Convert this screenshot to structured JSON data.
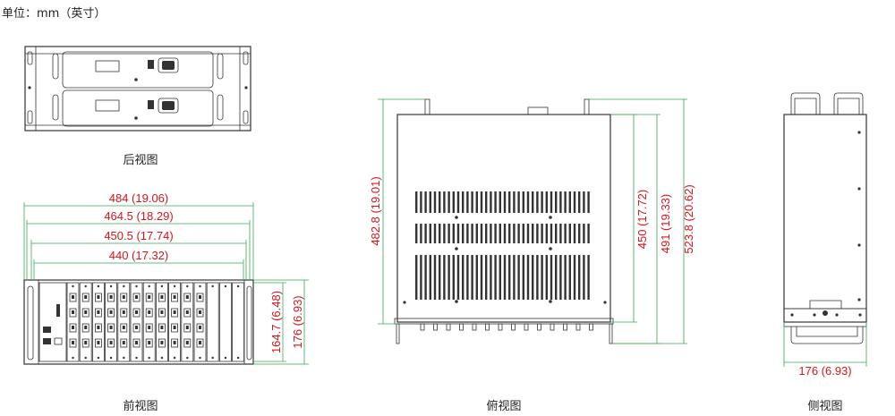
{
  "unit_label": "单位：mm（英寸）",
  "views": {
    "rear": {
      "caption": "后视图"
    },
    "front": {
      "caption": "前视图",
      "dims": {
        "w484": "484 (19.06)",
        "w464": "464.5 (18.29)",
        "w450": "450.5 (17.74)",
        "w440": "440 (17.32)",
        "h164": "164.7 (6.48)",
        "h176": "176 (6.93)"
      }
    },
    "top": {
      "caption": "俯视图",
      "dims": {
        "d482": "482.8 (19.01)",
        "d450": "450 (17.72)",
        "d491": "491 (19.33)",
        "d523": "523.8 (20.62)"
      }
    },
    "side": {
      "caption": "侧视图",
      "dims": {
        "w176": "176 (6.93)"
      }
    }
  },
  "colors": {
    "dimension_text": "#d8141b",
    "dimension_line": "#3aa857",
    "outline": "#333333"
  }
}
